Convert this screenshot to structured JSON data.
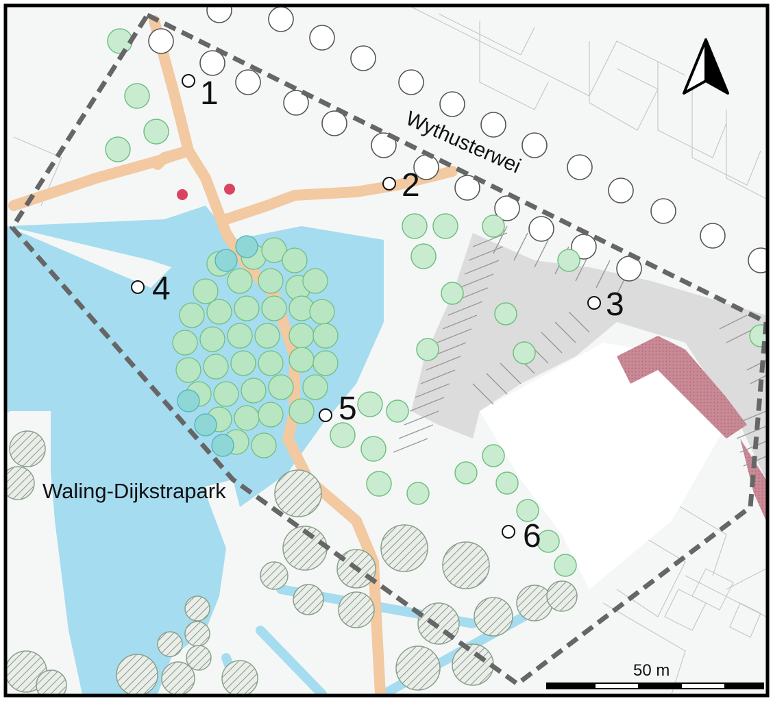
{
  "map": {
    "street_label": "Wythusterwei",
    "park_label": "Waling-Dijkstrapark",
    "scale_label": "50 m",
    "north_arrow": "north-arrow-icon",
    "points": [
      {
        "label": "1"
      },
      {
        "label": "2"
      },
      {
        "label": "3"
      },
      {
        "label": "4"
      },
      {
        "label": "5"
      },
      {
        "label": "6"
      }
    ],
    "colors": {
      "water": "#a6dcef",
      "path": "#f2c9a0",
      "pavement": "#dcdcdc",
      "building_red": "#c98a96",
      "tree_green": "#8fd19e",
      "tree_teal": "#6cc6c9",
      "tree_hatched": "#9aa79a",
      "study_area_outline": "#666666"
    }
  }
}
